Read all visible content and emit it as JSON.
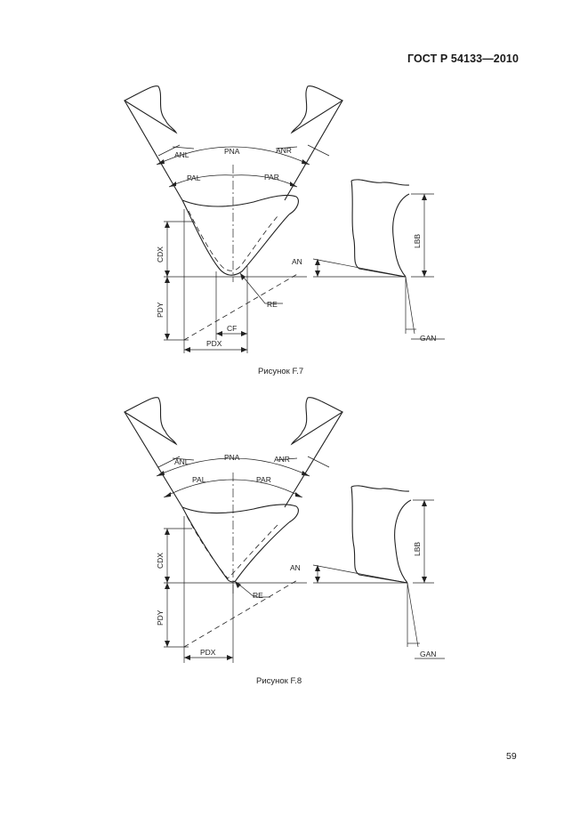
{
  "header": {
    "standard": "ГОСТ Р 54133—2010"
  },
  "figure_f7": {
    "caption": "Рисунок F.7",
    "labels": {
      "anl": "ANL",
      "pna": "PNA",
      "anr": "ANR",
      "pal": "PAL",
      "par": "PAR",
      "cdx": "CDX",
      "pdy": "PDY",
      "re": "RE",
      "cf": "CF",
      "pdx": "PDX",
      "an": "AN",
      "lbb": "LBB",
      "gan": "GAN"
    }
  },
  "figure_f8": {
    "caption": "Рисунок F.8",
    "labels": {
      "anl": "ANL",
      "pna": "PNA",
      "anr": "ANR",
      "pal": "PAL",
      "par": "PAR",
      "cdx": "CDX",
      "pdy": "PDY",
      "re": "RE",
      "pdx": "PDX",
      "an": "AN",
      "lbb": "LBB",
      "gan": "GAN"
    }
  },
  "footer": {
    "page_number": "59"
  }
}
